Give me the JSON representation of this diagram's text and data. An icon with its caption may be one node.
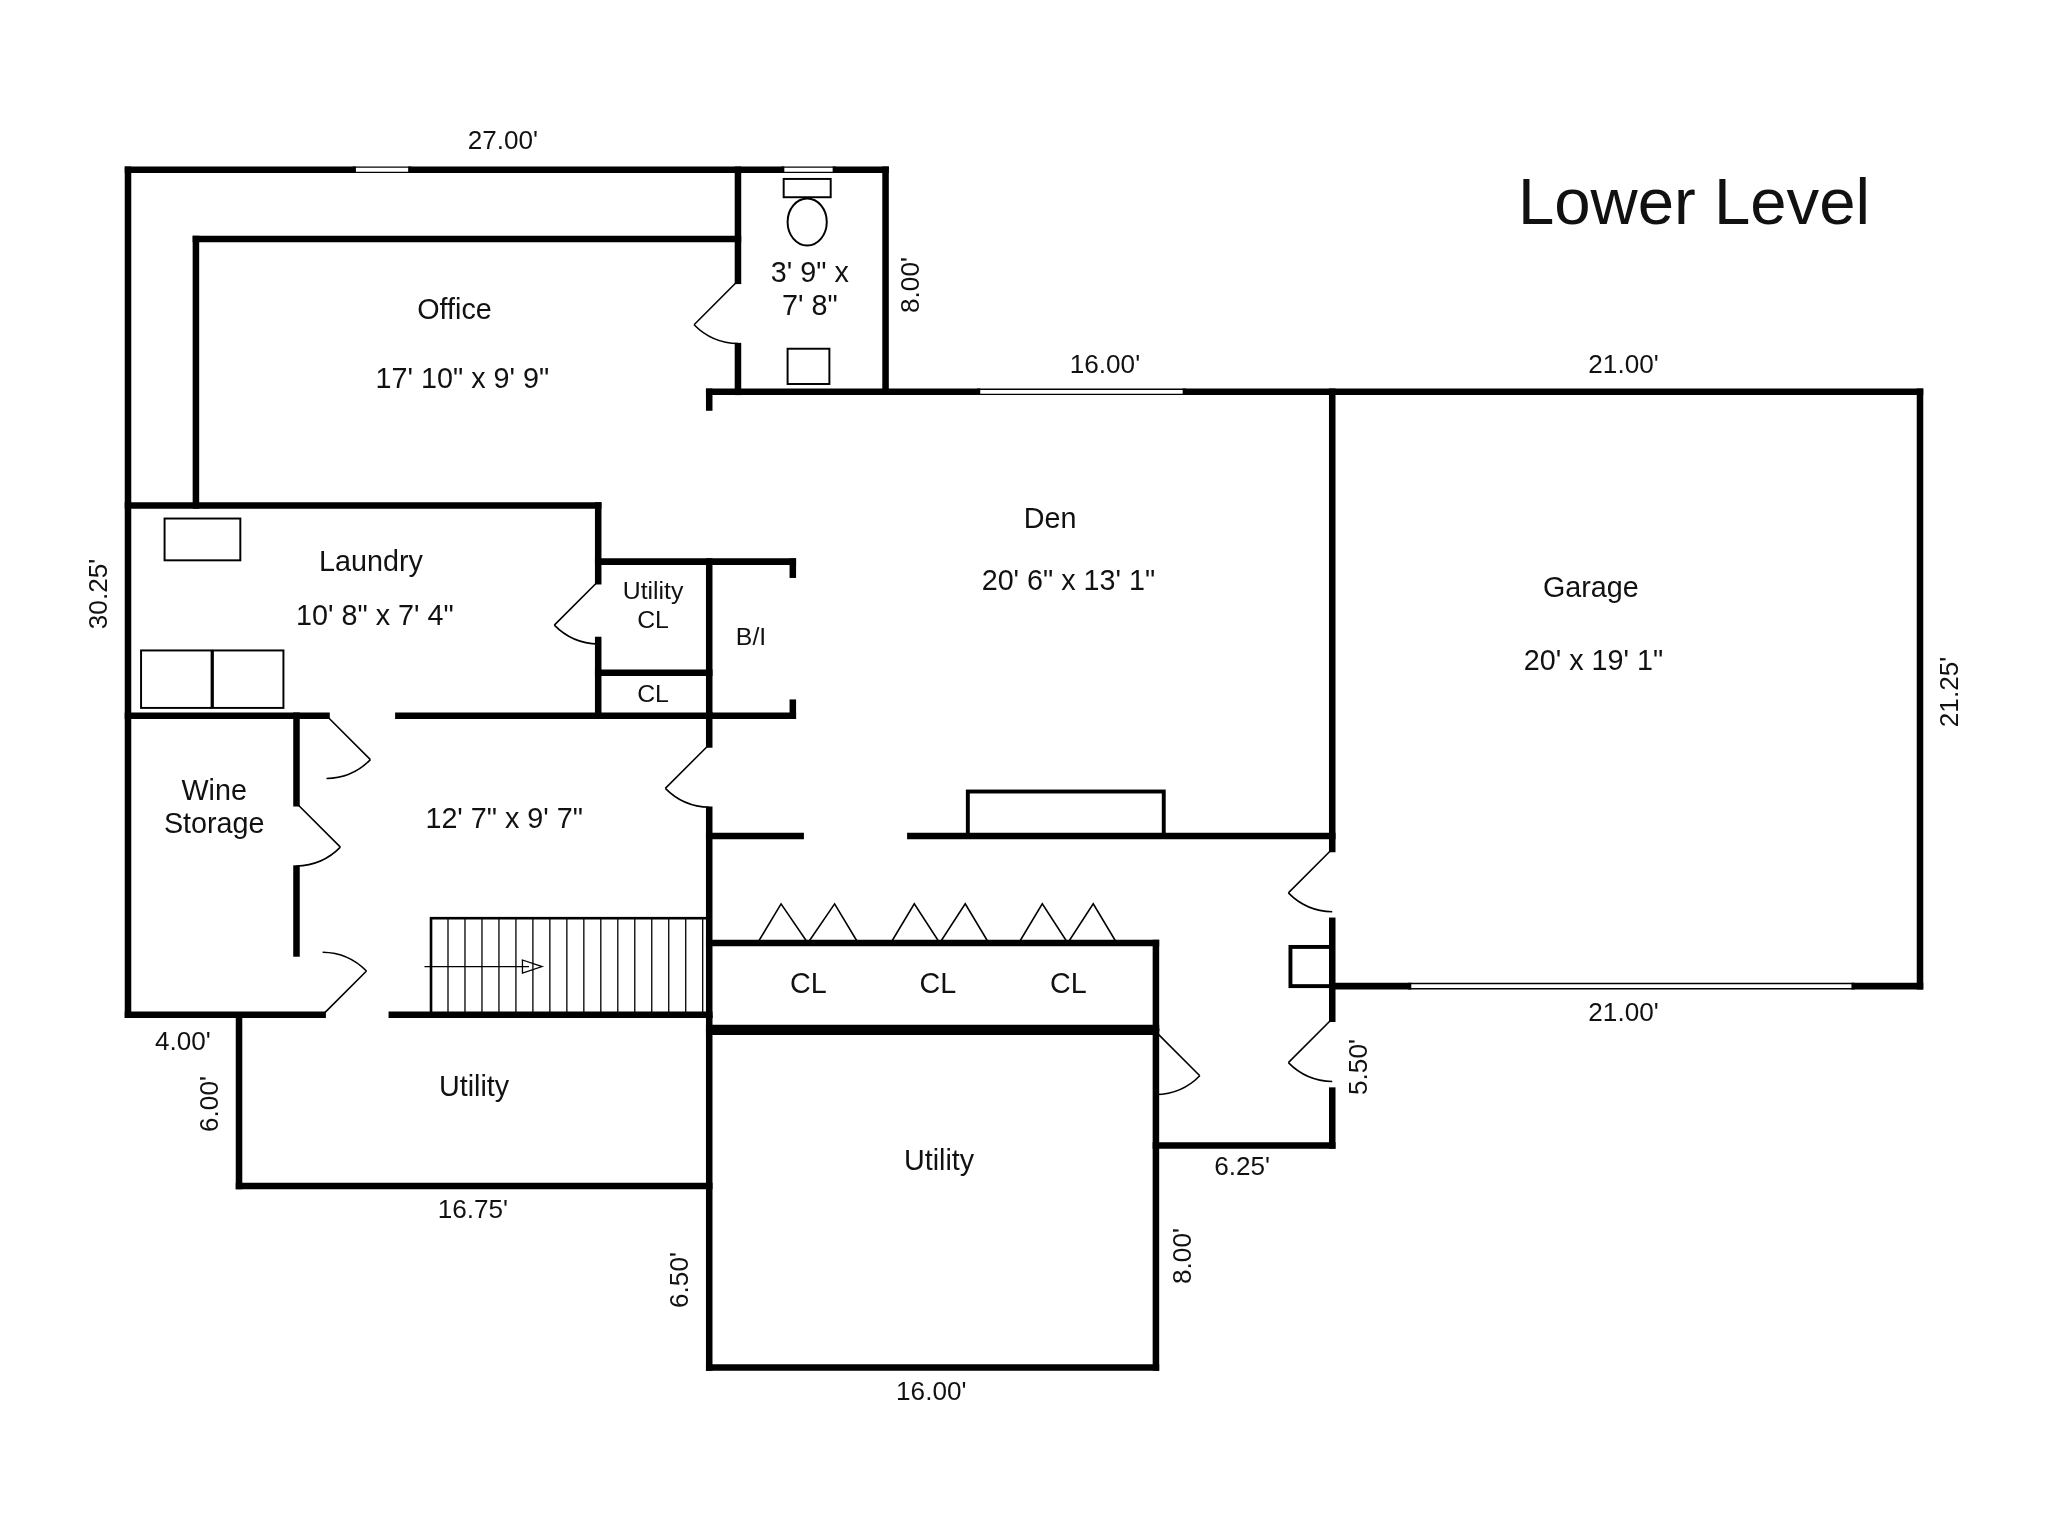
{
  "diagram": {
    "title": "Lower Level",
    "nodes": [
      {
        "text": [
          "Office",
          "17' 10\" x 9' 9\""
        ]
      },
      {
        "text": [
          "3' 9\" x 7' 8\""
        ]
      },
      {
        "text": [
          "Den",
          "20' 6\" x 13' 1\""
        ]
      },
      {
        "text": [
          "Garage",
          "20' x 19' 1\""
        ]
      },
      {
        "text": [
          "Laundry",
          "10' 8\" x 7' 4\""
        ]
      },
      {
        "text": [
          "Utility CL"
        ]
      },
      {
        "text": [
          "CL"
        ]
      },
      {
        "text": [
          "B/I"
        ]
      },
      {
        "text": [
          "Wine Storage"
        ]
      },
      {
        "text": [
          "12' 7\" x 9' 7\""
        ]
      },
      {
        "text": [
          "CL"
        ]
      },
      {
        "text": [
          "CL"
        ]
      },
      {
        "text": [
          "CL"
        ]
      },
      {
        "text": [
          "Utility"
        ]
      },
      {
        "text": [
          "Utility"
        ]
      }
    ],
    "labels": [
      "27.00'",
      "8.00'",
      "16.00'",
      "21.00'",
      "30.25'",
      "21.25'",
      "21.00'",
      "4.00'",
      "6.00'",
      "5.50'",
      "6.25'",
      "16.75'",
      "6.50'",
      "8.00'",
      "16.00'"
    ]
  }
}
